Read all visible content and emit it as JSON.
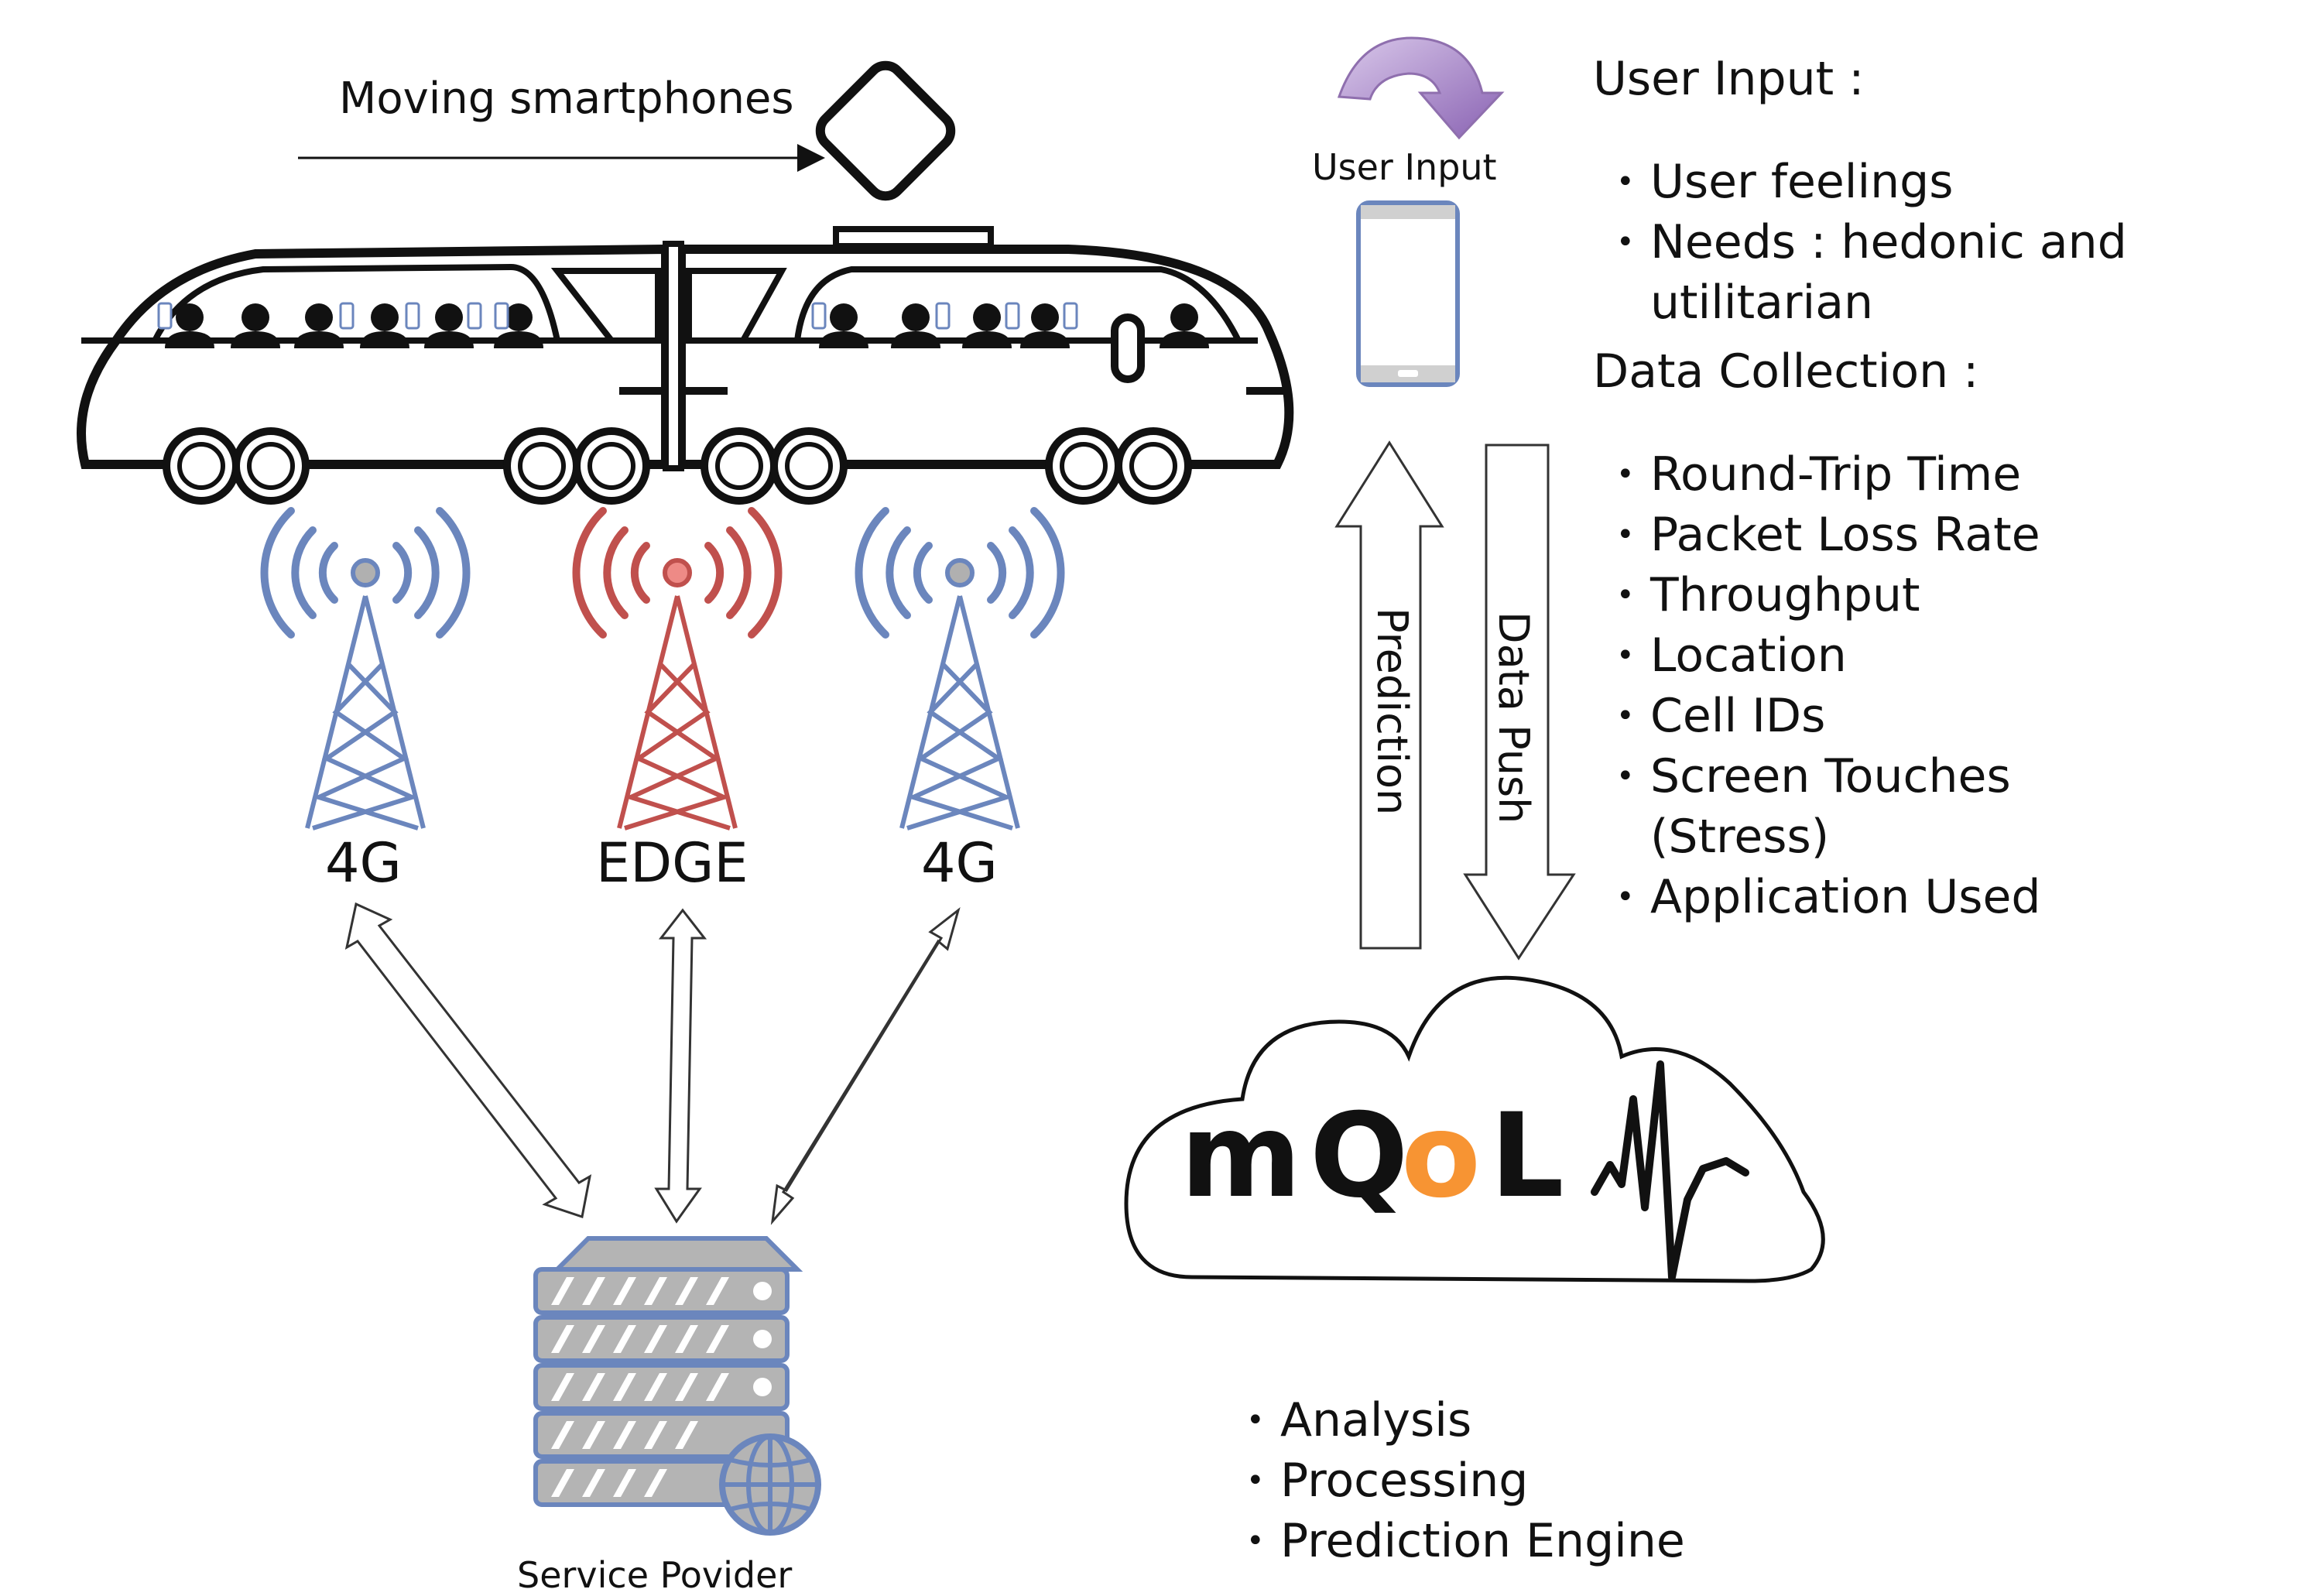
{
  "labels": {
    "moving": "Moving smartphones",
    "user_input_icon": "User Input",
    "tower_left": "4G",
    "tower_mid": "EDGE",
    "tower_right": "4G",
    "prediction": "Prediction",
    "data_push": "Data Push",
    "service_provider": "Service Povider",
    "logo_m": "m",
    "logo_q": "Q",
    "logo_o": "o",
    "logo_l": "L"
  },
  "user_input": {
    "heading": "User Input :",
    "items": [
      "User feelings",
      "Needs : hedonic and utilitarian"
    ]
  },
  "data_collection": {
    "heading": "Data Collection :",
    "items": [
      "Round-Trip Time",
      "Packet Loss Rate",
      "Throughput",
      "Location",
      "Cell IDs",
      "Screen Touches (Stress)",
      "Application Used"
    ]
  },
  "cloud_tasks": {
    "items": [
      "Analysis",
      "Processing",
      "Prediction Engine"
    ]
  },
  "colors": {
    "blue": "#6b86bd",
    "red": "#c0504d",
    "orange": "#f79433",
    "purple": "#8f6fae",
    "server_gray": "#b4b4b4"
  }
}
